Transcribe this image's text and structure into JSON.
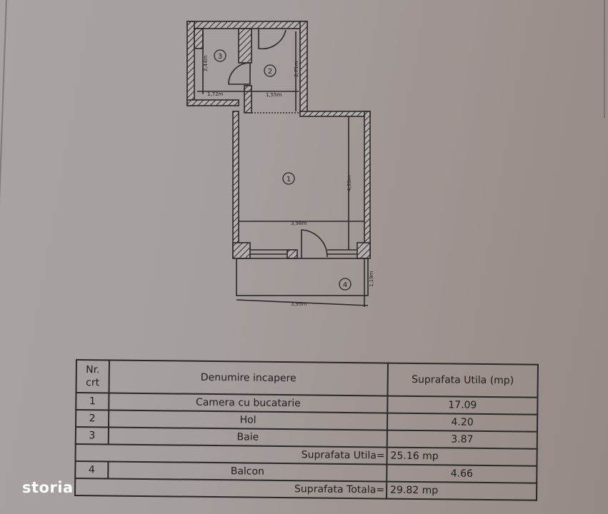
{
  "floor_plan": {
    "rooms": [
      {
        "number": "1",
        "label": "①",
        "name": "Camera cu bucatarie"
      },
      {
        "number": "2",
        "label": "②",
        "name": "Hol"
      },
      {
        "number": "3",
        "label": "③",
        "name": "Baie"
      },
      {
        "number": "4",
        "label": "④",
        "name": "Balcon"
      }
    ],
    "dimensions": {
      "baie_width": "1,72m",
      "baie_height": "2,44m",
      "hol_width": "1,55m",
      "hol_height": "2,71m",
      "room1_width": "3,98m",
      "room1_height": "4,35m",
      "balcon_width": "3,95m",
      "balcon_height": "1,19m"
    },
    "colors": {
      "line": "#2a2828",
      "paper": "#a6a09e"
    }
  },
  "table": {
    "headers": {
      "nr": "Nr. crt",
      "name": "Denumire incapere",
      "area": "Suprafata Utila (mp)"
    },
    "rows": [
      {
        "nr": "1",
        "name": "Camera cu bucatarie",
        "area": "17.09"
      },
      {
        "nr": "2",
        "name": "Hol",
        "area": "4.20"
      },
      {
        "nr": "3",
        "name": "Baie",
        "area": "3.87"
      }
    ],
    "subtotal": {
      "label": "Suprafata Utila=",
      "value": "25.16 mp"
    },
    "extra_rows": [
      {
        "nr": "4",
        "name": "Balcon",
        "area": "4.66"
      }
    ],
    "total": {
      "label": "Suprafata Totala=",
      "value": "29.82 mp"
    }
  },
  "watermark": {
    "text": "storia"
  }
}
